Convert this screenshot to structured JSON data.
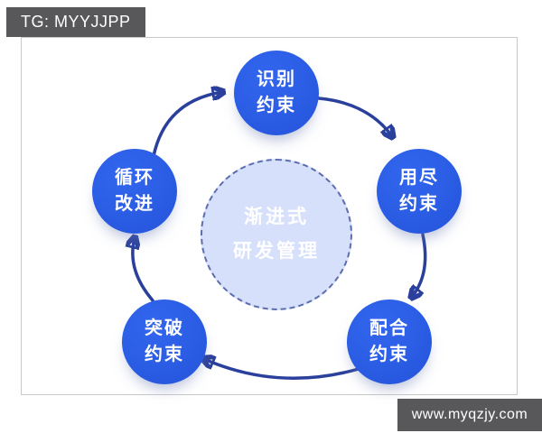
{
  "watermarks": {
    "top_left": "TG: MYYJJPP",
    "bottom_right": "www.myqzjy.com"
  },
  "diagram": {
    "title_note": "circular five-step cycle diagram",
    "center": {
      "line1": "渐进式",
      "line2": "研发管理"
    },
    "nodes": [
      {
        "id": "identify",
        "line1": "识别",
        "line2": "约束"
      },
      {
        "id": "exhaust",
        "line1": "用尽",
        "line2": "约束"
      },
      {
        "id": "coordinate",
        "line1": "配合",
        "line2": "约束"
      },
      {
        "id": "breakthrough",
        "line1": "突破",
        "line2": "约束"
      },
      {
        "id": "improve",
        "line1": "循环",
        "line2": "改进"
      }
    ],
    "flow_order": [
      "识别约束",
      "用尽约束",
      "配合约束",
      "突破约束",
      "循环改进"
    ],
    "colors": {
      "node_fill": "#2a5ce4",
      "arrow": "#2b409c",
      "center_fill": "#d7e0fb",
      "center_border": "#5b6fae",
      "badge_bg": "#58585a",
      "frame_border": "#c9c9c9"
    }
  }
}
